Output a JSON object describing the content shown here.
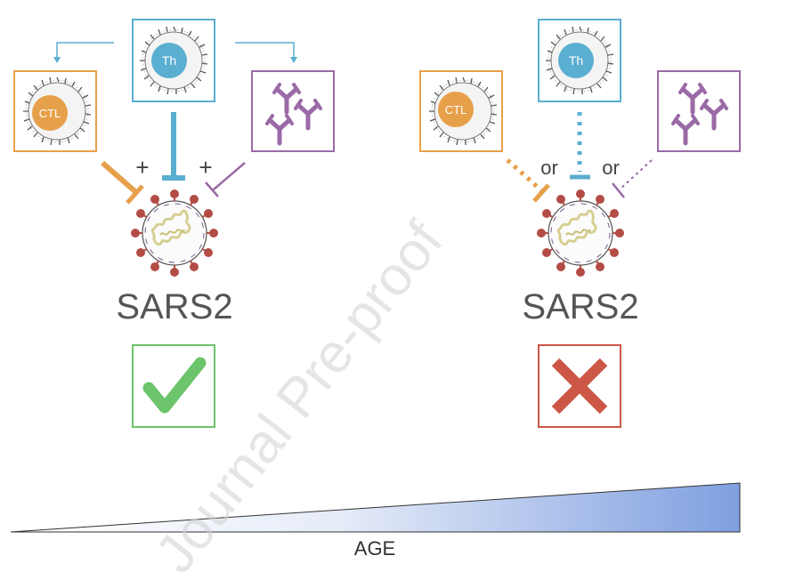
{
  "left_panel": {
    "cells": {
      "th": "Th",
      "ctl": "CTL"
    },
    "operators": [
      "+",
      "+"
    ],
    "virus_label": "SARS2",
    "outcome": "check-mark-icon"
  },
  "right_panel": {
    "cells": {
      "th": "Th",
      "ctl": "CTL"
    },
    "operators": [
      "or",
      "or"
    ],
    "virus_label": "SARS2",
    "outcome": "cross-mark-icon"
  },
  "age_axis": {
    "label": "AGE"
  },
  "watermark": "Journal Pre-proof",
  "colors": {
    "th": "#5aaed0",
    "ctl": "#e7a04a",
    "antibody": "#9a6aa6",
    "check": "#6cc46c",
    "cross": "#cc5746",
    "age_gradient_end": "#7f9fe0",
    "virus_spike": "#b24c45",
    "virus_rna": "#d6cf92"
  }
}
